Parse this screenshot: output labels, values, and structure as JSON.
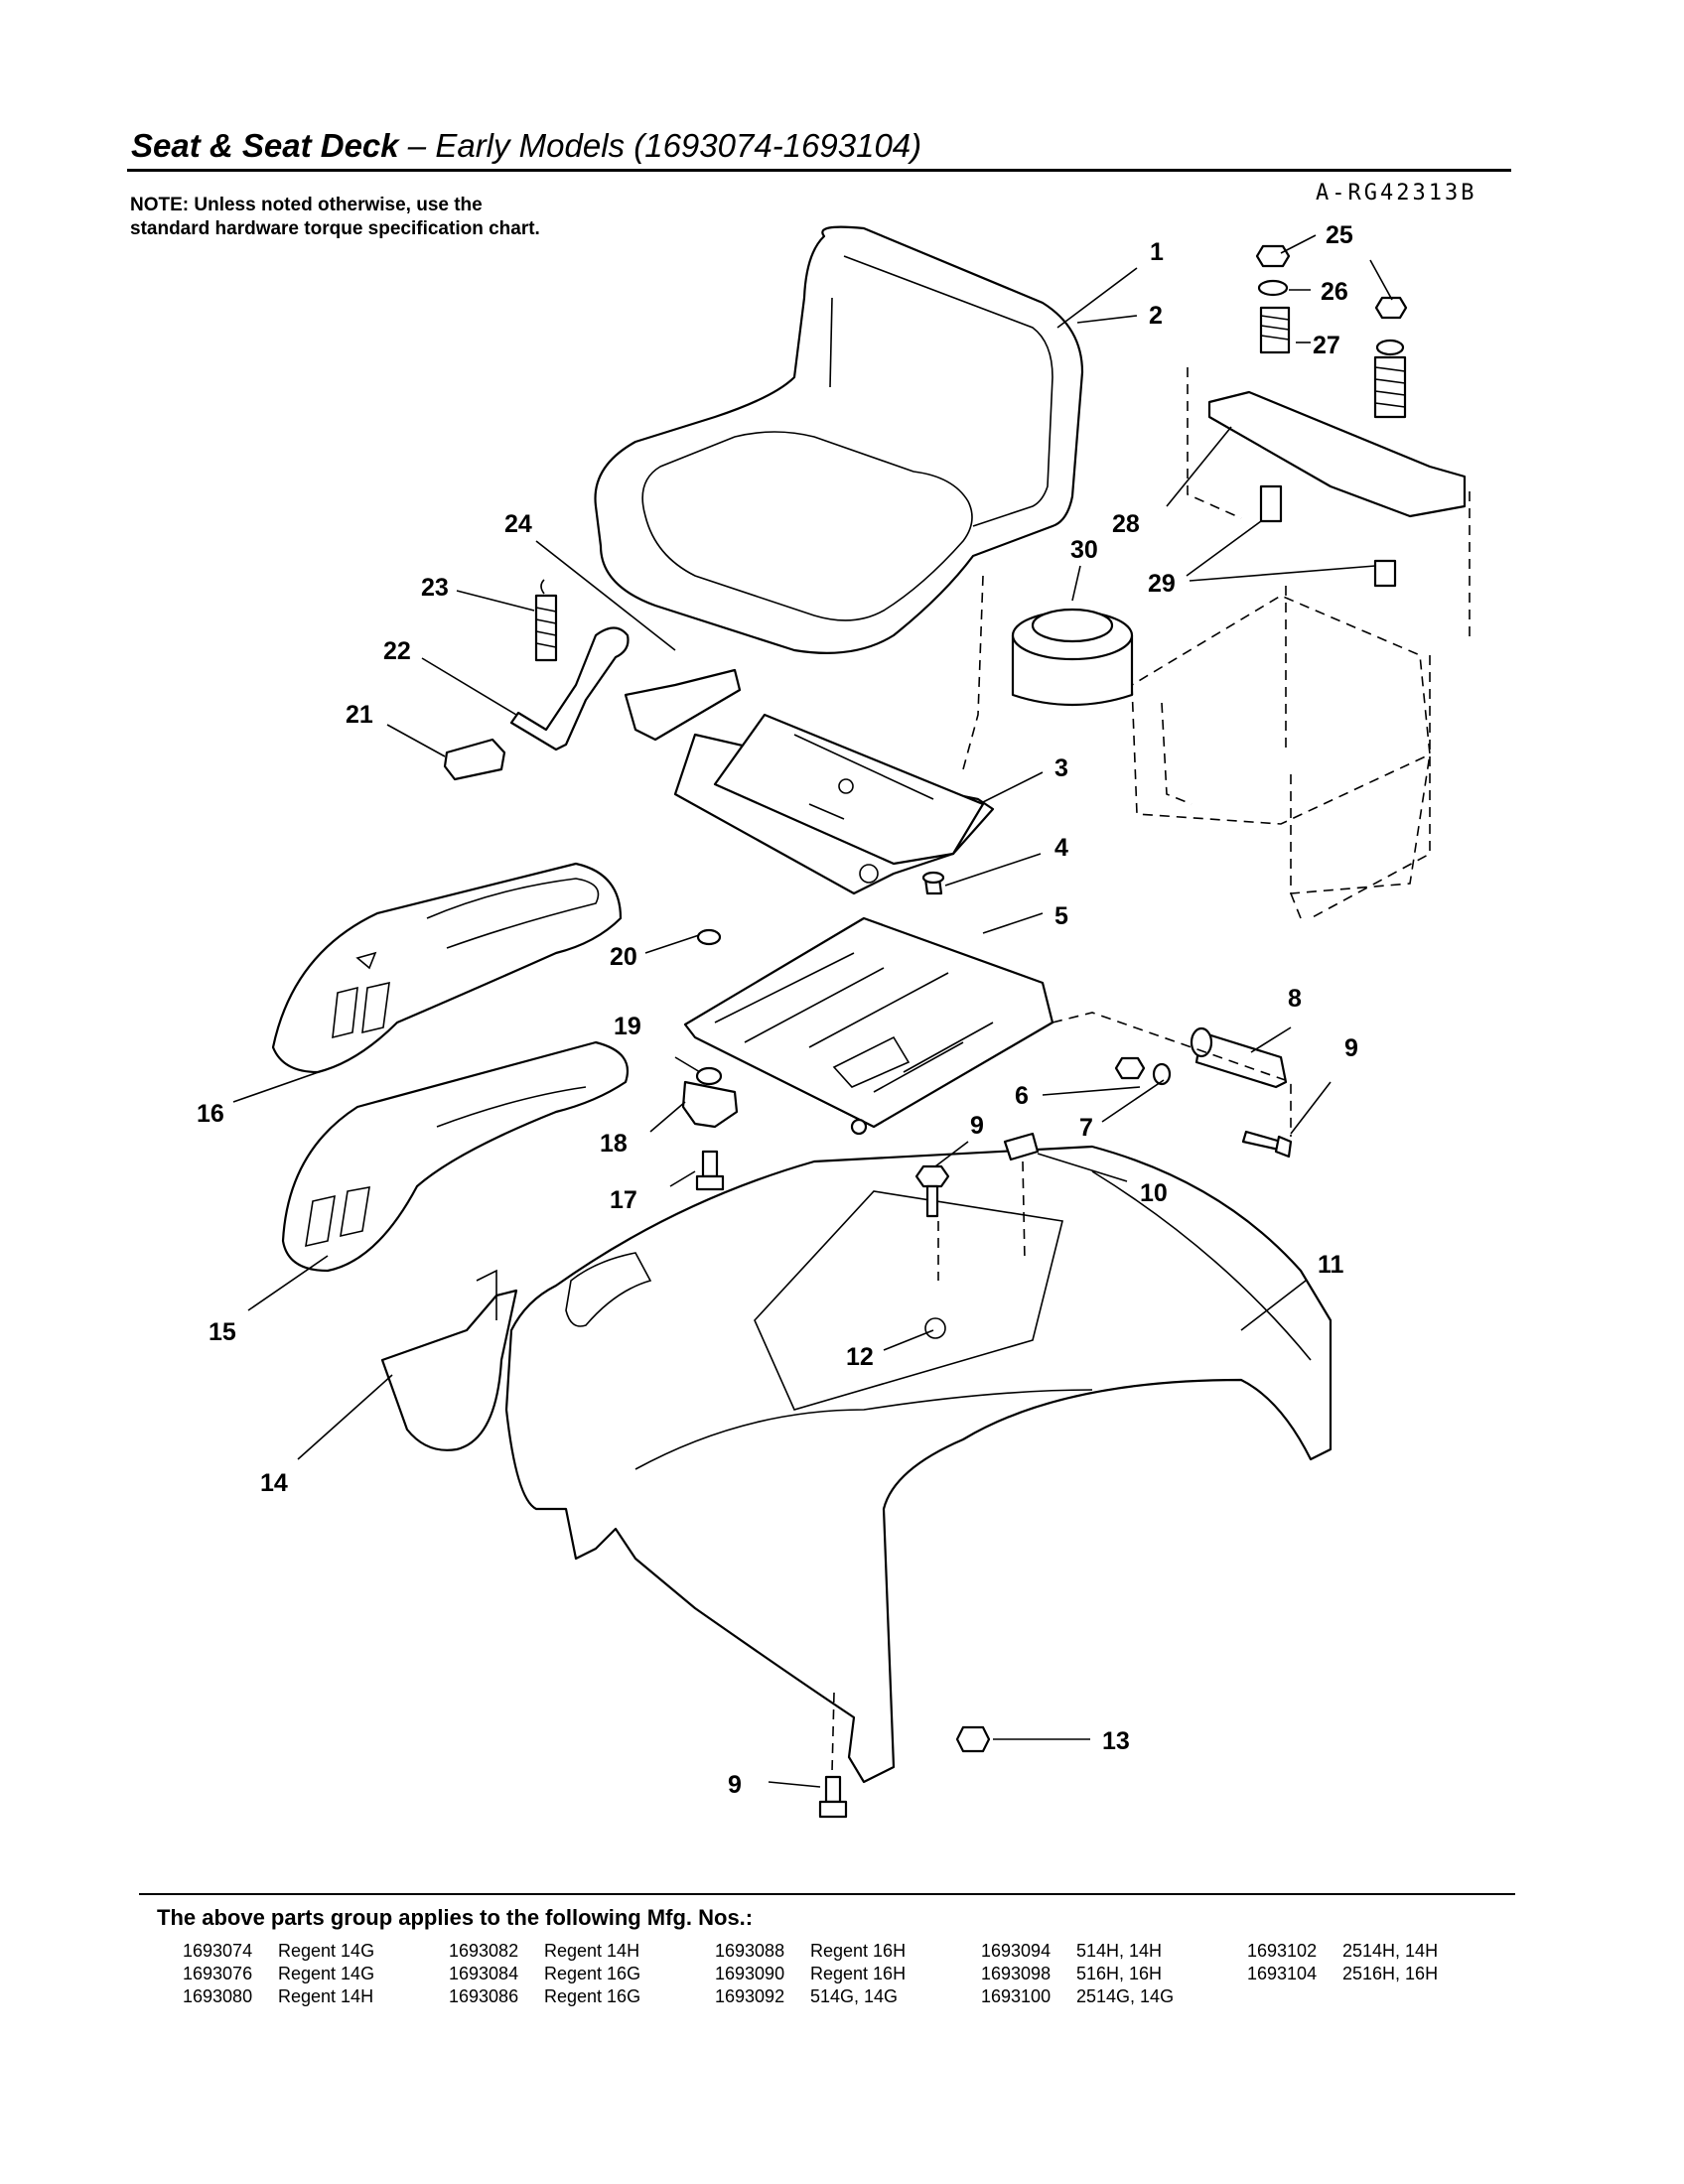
{
  "header": {
    "title_bold": "Seat & Seat Deck",
    "title_rest": " – Early Models (1693074-1693104)",
    "note": "NOTE: Unless noted otherwise, use the standard hardware torque specification chart.",
    "drawing_code": "A-RG42313B"
  },
  "callouts": {
    "c1": "1",
    "c2": "2",
    "c3": "3",
    "c4": "4",
    "c5": "5",
    "c6": "6",
    "c7": "7",
    "c8": "8",
    "c9a": "9",
    "c9b": "9",
    "c9c": "9",
    "c10": "10",
    "c11": "11",
    "c12": "12",
    "c13": "13",
    "c14": "14",
    "c15": "15",
    "c16": "16",
    "c17": "17",
    "c18": "18",
    "c19": "19",
    "c20": "20",
    "c21": "21",
    "c22": "22",
    "c23": "23",
    "c24": "24",
    "c25": "25",
    "c26": "26",
    "c27": "27",
    "c28": "28",
    "c29": "29",
    "c30": "30"
  },
  "footer": {
    "applies_label": "The above parts group applies to the following Mfg. Nos.:",
    "models": [
      {
        "num": "1693074",
        "name": "Regent 14G"
      },
      {
        "num": "1693082",
        "name": "Regent 14H"
      },
      {
        "num": "1693088",
        "name": "Regent 16H"
      },
      {
        "num": "1693094",
        "name": "514H, 14H"
      },
      {
        "num": "1693102",
        "name": "2514H, 14H"
      },
      {
        "num": "1693076",
        "name": "Regent 14G"
      },
      {
        "num": "1693084",
        "name": "Regent 16G"
      },
      {
        "num": "1693090",
        "name": "Regent 16H"
      },
      {
        "num": "1693098",
        "name": "516H, 16H"
      },
      {
        "num": "1693104",
        "name": "2516H, 16H"
      },
      {
        "num": "1693080",
        "name": "Regent 14H"
      },
      {
        "num": "1693086",
        "name": "Regent 16G"
      },
      {
        "num": "1693092",
        "name": "514G, 14G"
      },
      {
        "num": "1693100",
        "name": "2514G, 14G"
      }
    ]
  }
}
